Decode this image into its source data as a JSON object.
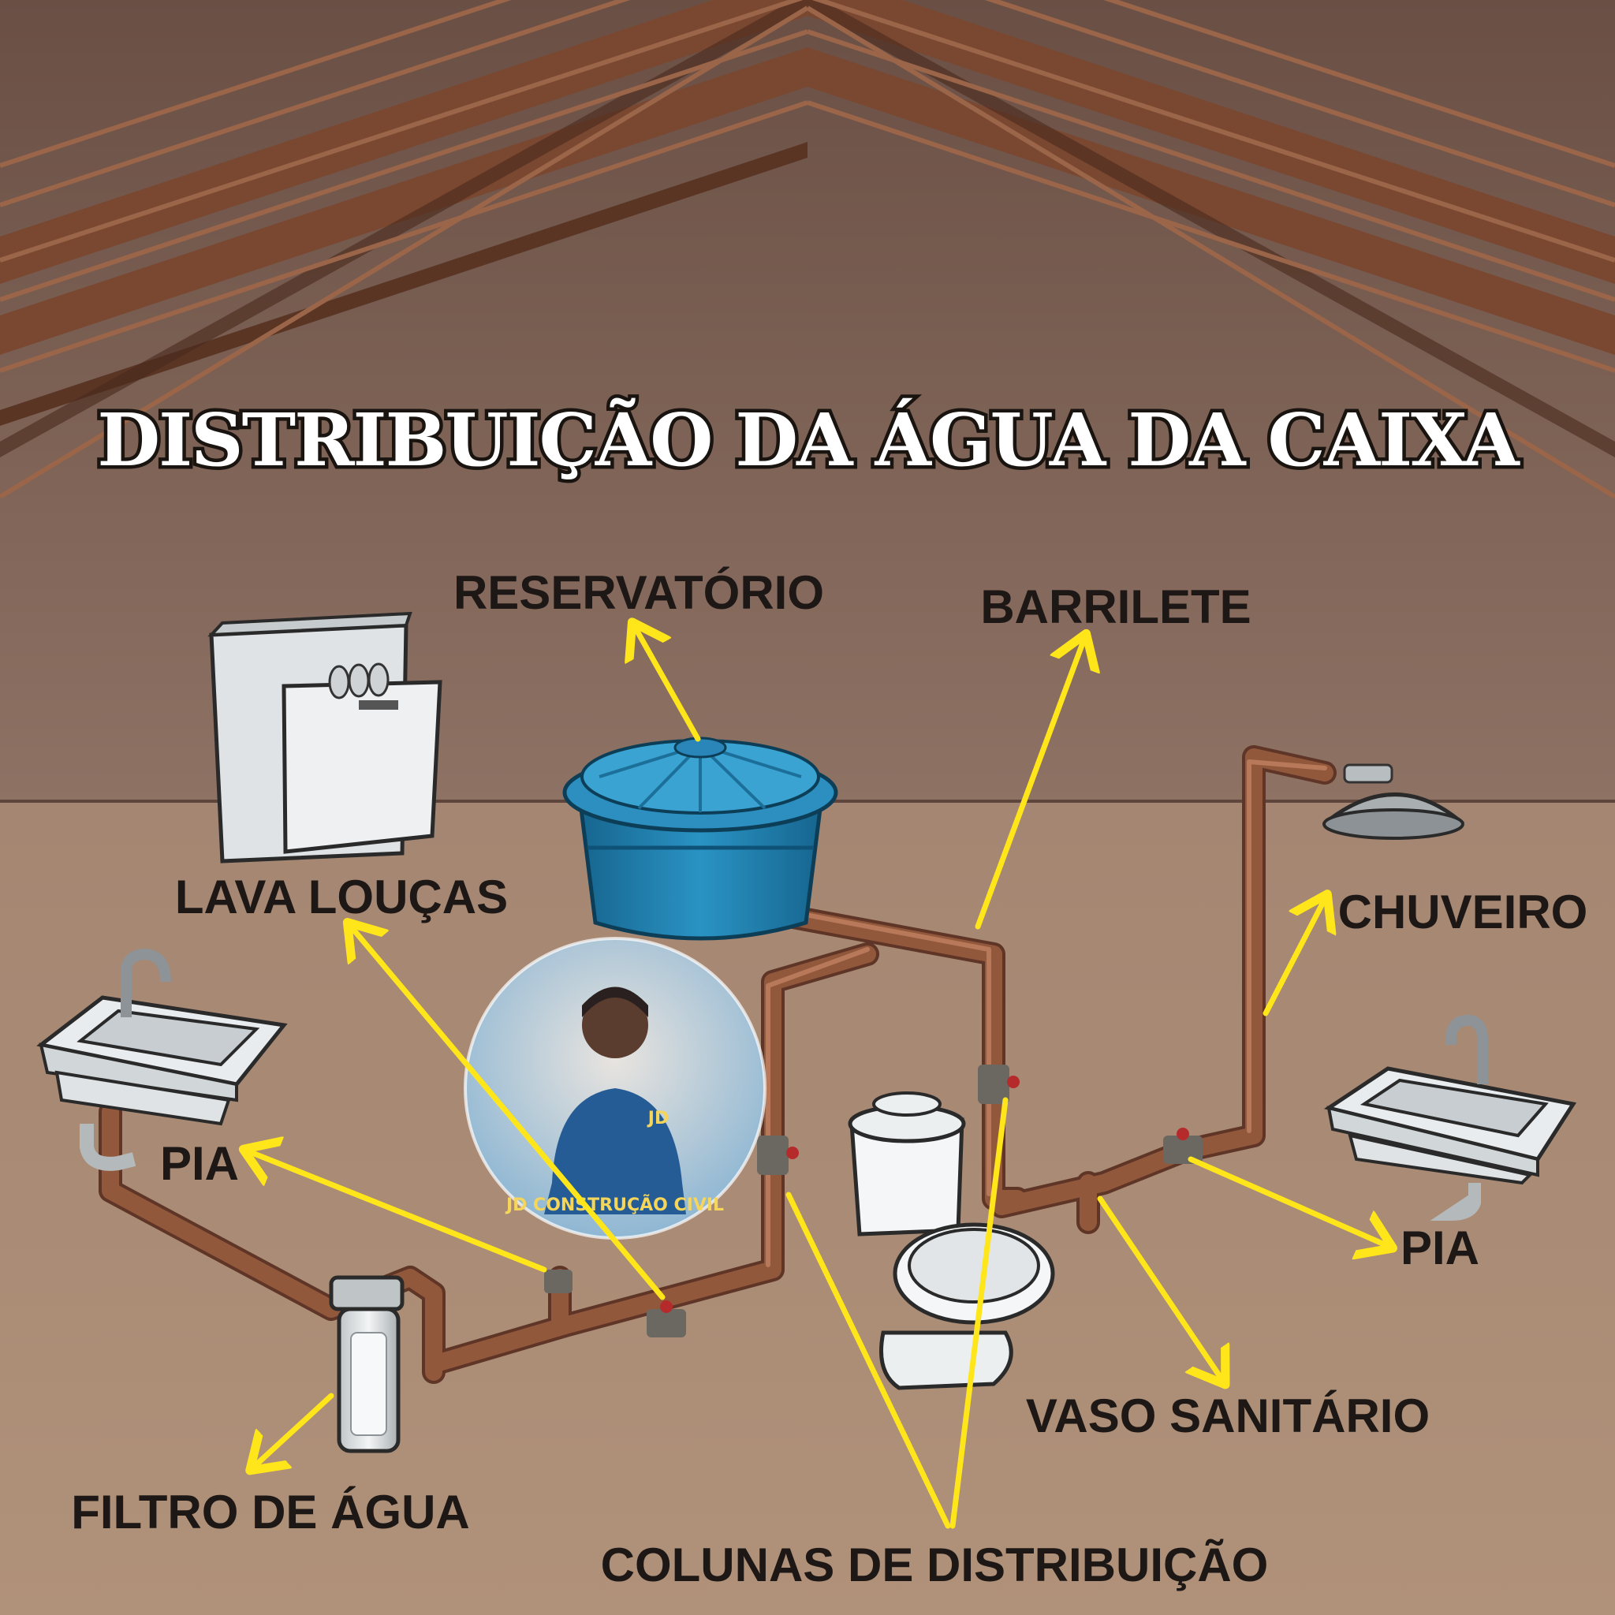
{
  "title": "DISTRIBUIÇÃO DA ÁGUA DA CAIXA",
  "labels": {
    "reservatorio": "RESERVATÓRIO",
    "barrilete": "BARRILETE",
    "lava_loucas": "LAVA LOUÇAS",
    "chuveiro": "CHUVEIRO",
    "pia_left": "PIA",
    "pia_right": "PIA",
    "vaso_sanitario": "VASO SANITÁRIO",
    "filtro_de_agua": "FILTRO DE ÁGUA",
    "colunas_de_distribuicao": "COLUNAS DE DISTRIBUIÇÃO"
  },
  "watermark": {
    "text": "JD CONSTRUÇÃO CIVIL",
    "badge": "JD"
  },
  "colors": {
    "arrow": "#ffe61a",
    "pipe": "#8a5238",
    "tank": "#1f7fb0",
    "wall": "#8f7466",
    "floor": "#a88a72",
    "beam": "#6e3f28"
  },
  "icons": [
    "dishwasher-icon",
    "water-tank-icon",
    "shower-icon",
    "sink-icon",
    "toilet-icon",
    "water-filter-icon",
    "valve-icon",
    "faucet-icon"
  ]
}
